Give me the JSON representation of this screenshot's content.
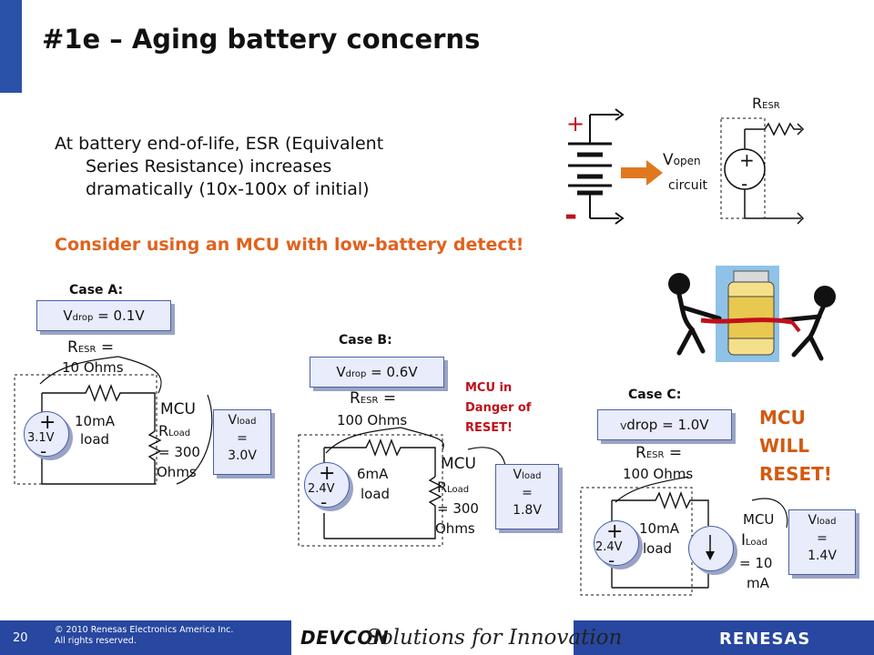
{
  "title": "#1e – Aging battery concerns",
  "intro": {
    "line1": "At battery end-of-life, ESR (Equivalent",
    "line2": "Series Resistance) increases",
    "line3": "dramatically (10x-100x of initial)"
  },
  "consider": "Consider using an MCU with low-battery detect!",
  "battery_diagram": {
    "plus": "+",
    "minus": "-",
    "rsr": "R",
    "rsr_sub": "ESR",
    "vopen": "V",
    "vopen_sub": "open",
    "circuit": "circuit",
    "src_plus": "+",
    "src_minus": "-"
  },
  "caseA": {
    "title": "Case A:",
    "vdrop_v": "V",
    "vdrop_sub": "drop",
    "vdrop_val": "= 0.1V",
    "resr_r": "R",
    "resr_sub": "ESR",
    "resr_eq": "=",
    "resr_val": "10 Ohms",
    "src_plus": "+",
    "src_val": "3.1V",
    "src_minus": "-",
    "load_current": "10mA",
    "load_word": "load",
    "mcu": "MCU",
    "rload_r": "R",
    "rload_sub": "Load",
    "rload_val": "= 300",
    "rload_unit": "Ohms",
    "vload_v": "V",
    "vload_sub": "load",
    "vload_eq": "=",
    "vload_val": "3.0V"
  },
  "caseB": {
    "title": "Case B:",
    "vdrop_v": "V",
    "vdrop_sub": "drop",
    "vdrop_val": "= 0.6V",
    "resr_r": "R",
    "resr_sub": "ESR",
    "resr_eq": "=",
    "resr_val": "100 Ohms",
    "src_plus": "+",
    "src_val": "2.4V",
    "src_minus": "-",
    "load_current": "6mA",
    "load_word": "load",
    "mcu": "MCU",
    "rload_r": "R",
    "rload_sub": "Load",
    "rload_val": "= 300",
    "rload_unit": "Ohms",
    "vload_v": "V",
    "vload_sub": "load",
    "vload_eq": "=",
    "vload_val": "1.8V",
    "warn1": "MCU in",
    "warn2": "Danger of",
    "warn3": "RESET!"
  },
  "caseC": {
    "title": "Case C:",
    "vdrop_v": "V",
    "vdrop_sub": "drop",
    "vdrop_val": "= 1.0V",
    "resr_r": "R",
    "resr_sub": "ESR",
    "resr_eq": "=",
    "resr_val": "100 Ohms",
    "src_plus": "+",
    "src_val": "2.4V",
    "src_minus": "-",
    "load_current": "10mA",
    "load_word": "load",
    "mcu": "MCU",
    "iload_i": "I",
    "iload_sub": "Load",
    "iload_val": "= 10",
    "iload_unit": "mA",
    "vload_v": "V",
    "vload_sub": "load",
    "vload_eq": "=",
    "vload_val": "1.4V",
    "reset1": "MCU",
    "reset2": "WILL",
    "reset3": "RESET!"
  },
  "footer": {
    "page": "20",
    "copyright1": "© 2010 Renesas Electronics America Inc.",
    "copyright2": "All rights reserved.",
    "devcon": "DEVCON",
    "solutions": "Solutions for Innovation",
    "renesas": "RENESAS"
  },
  "colors": {
    "accent_blue": "#2747a0",
    "consider_orange": "#e0621c",
    "warning_red": "#c0101a",
    "box_fill": "#e8ecfb"
  }
}
